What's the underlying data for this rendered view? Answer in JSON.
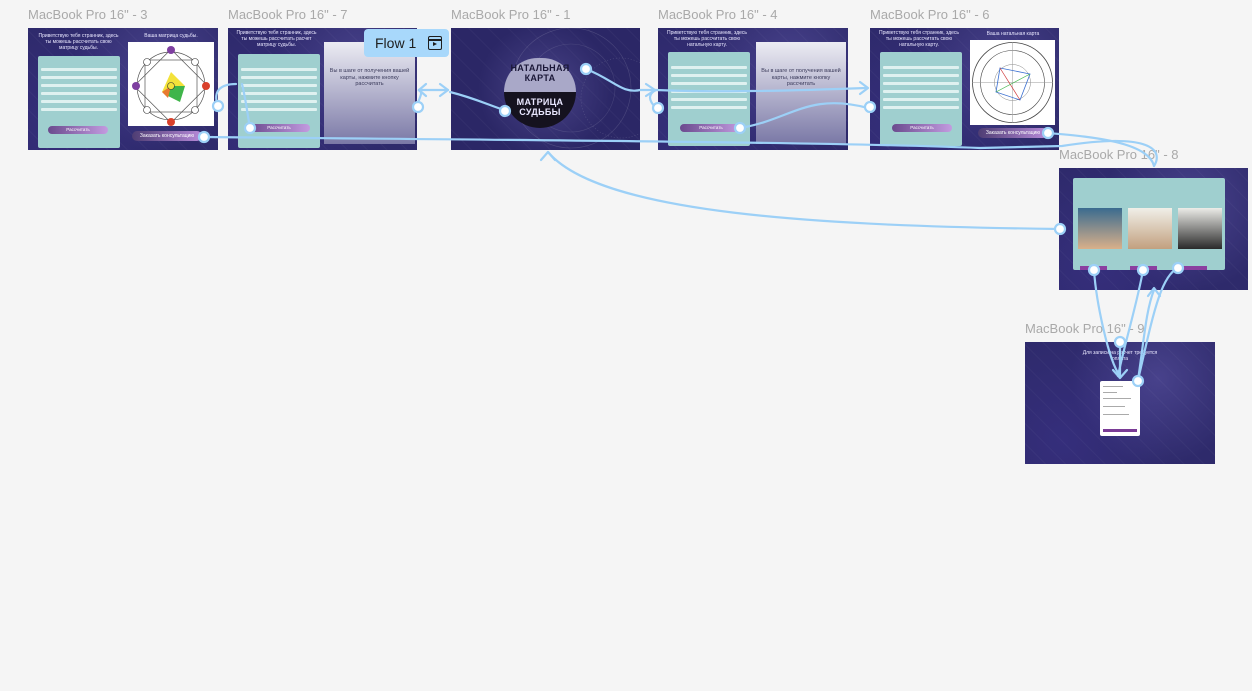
{
  "flow": {
    "label": "Flow 1",
    "icon": "play-frame-icon"
  },
  "frames": {
    "f3": {
      "title": "MacBook Pro 16\" - 3",
      "greeting": "Приветствую тебя странник, здесь ты можешь рассчитать свою матрицу судьбы.",
      "chart_heading": "Ваша матрица судьбы.",
      "calc_label": "Рассчитать",
      "consult_label": "Заказать консультацию"
    },
    "f7": {
      "title": "MacBook Pro 16\" - 7",
      "greeting": "Приветствую тебя странник, здесь ты можешь рассчитать расчет матрицу судьбы.",
      "hint": "Вы в шаге от получения вашей карты, нажмите кнопку рассчитать",
      "calc_label": "Рассчитать"
    },
    "f1": {
      "title": "MacBook Pro 16\" - 1",
      "top_label": "НАТАЛЬНАЯ КАРТА",
      "bottom_label": "МАТРИЦА СУДЬБЫ"
    },
    "f4": {
      "title": "MacBook Pro 16\" - 4",
      "greeting": "Приветствую тебя странник, здесь ты можешь рассчитать свою натальную карту.",
      "hint": "Вы в шаге от получения вашей карты, нажмите кнопку рассчитать",
      "calc_label": "Рассчитать"
    },
    "f6": {
      "title": "MacBook Pro 16\" - 6",
      "greeting": "Приветствую тебя странник, здесь ты можешь рассчитать свою натальную карту.",
      "chart_heading": "Ваша натальная карта",
      "calc_label": "Рассчитать",
      "consult_label": "Заказать консультацию"
    },
    "f8": {
      "title": "MacBook Pro 16\" - 8"
    },
    "f9": {
      "title": "MacBook Pro 16\" - 9",
      "message": "Для записи на расчет требуется оплата"
    }
  },
  "colors": {
    "flow_line": "#9cd0f7",
    "frame_bg": "#2e2a6b",
    "canvas": "#f5f5f5"
  }
}
